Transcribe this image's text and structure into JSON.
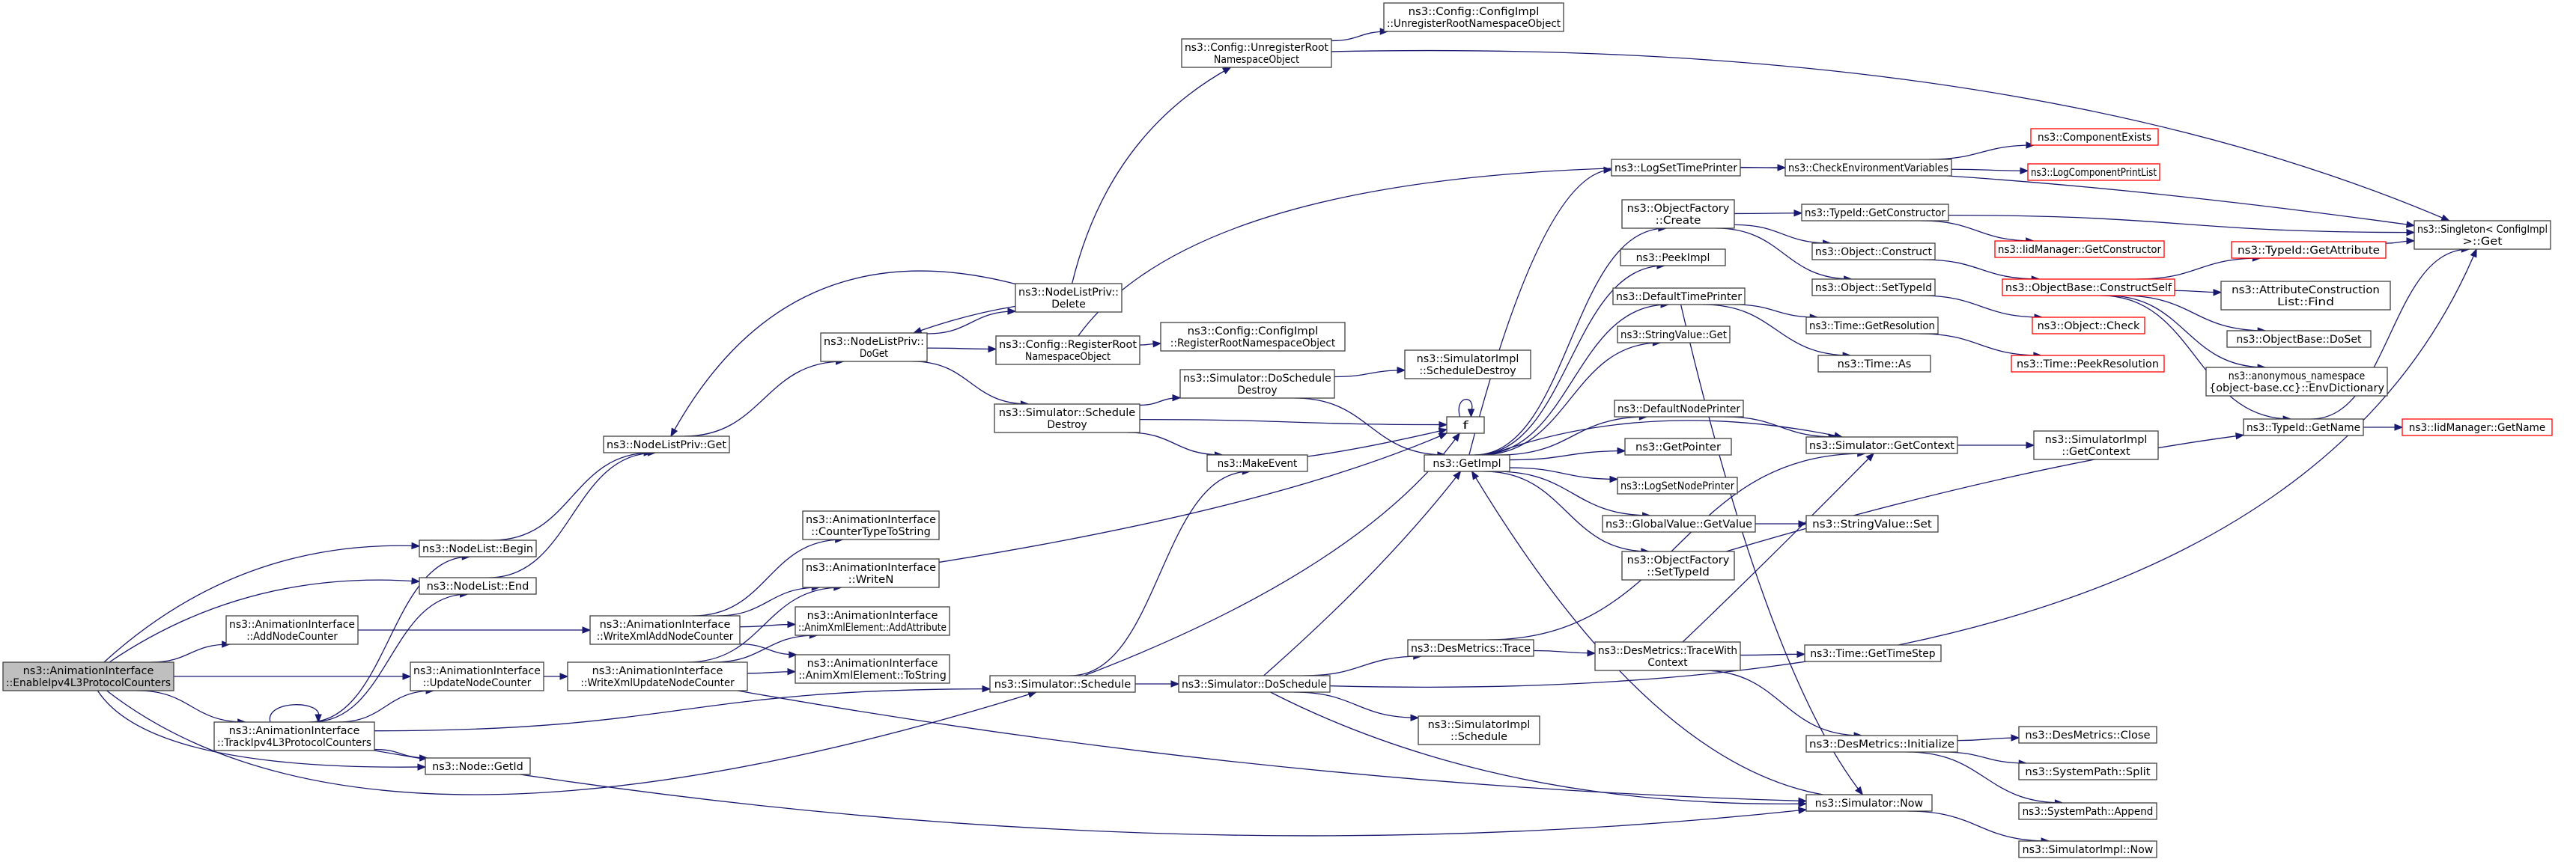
{
  "graph": {
    "title": "",
    "edge_color": "#191970",
    "nodes": [
      {
        "id": "root",
        "lines": [
          "ns3::AnimationInterface",
          "::EnableIpv4L3ProtocolCounters"
        ],
        "style": "root"
      },
      {
        "id": "addNodeCounter",
        "lines": [
          "ns3::AnimationInterface",
          "::AddNodeCounter"
        ]
      },
      {
        "id": "track",
        "lines": [
          "ns3::AnimationInterface",
          "::TrackIpv4L3ProtocolCounters"
        ]
      },
      {
        "id": "updateNodeCounter",
        "lines": [
          "ns3::AnimationInterface",
          "::UpdateNodeCounter"
        ]
      },
      {
        "id": "nodeListBegin",
        "lines": [
          "ns3::NodeList::Begin"
        ]
      },
      {
        "id": "nodeListEnd",
        "lines": [
          "ns3::NodeList::End"
        ]
      },
      {
        "id": "nodeGetId",
        "lines": [
          "ns3::Node::GetId"
        ]
      },
      {
        "id": "nlpGet",
        "lines": [
          "ns3::NodeListPriv::Get"
        ]
      },
      {
        "id": "writeXmlAdd",
        "lines": [
          "ns3::AnimationInterface",
          "::WriteXmlAddNodeCounter"
        ]
      },
      {
        "id": "writeXmlUpdate",
        "lines": [
          "ns3::AnimationInterface",
          "::WriteXmlUpdateNodeCounter"
        ]
      },
      {
        "id": "counterType",
        "lines": [
          "ns3::AnimationInterface",
          "::CounterTypeToString"
        ]
      },
      {
        "id": "writeN",
        "lines": [
          "ns3::AnimationInterface",
          "::WriteN"
        ]
      },
      {
        "id": "addAttribute",
        "lines": [
          "ns3::AnimationInterface",
          "::AnimXmlElement::AddAttribute"
        ]
      },
      {
        "id": "toString",
        "lines": [
          "ns3::AnimationInterface",
          "::AnimXmlElement::ToString"
        ]
      },
      {
        "id": "nlpDoGet",
        "lines": [
          "ns3::NodeListPriv::",
          "DoGet"
        ]
      },
      {
        "id": "nlpDelete",
        "lines": [
          "ns3::NodeListPriv::",
          "Delete"
        ]
      },
      {
        "id": "cfgRegister",
        "lines": [
          "ns3::Config::RegisterRoot",
          "NamespaceObject"
        ]
      },
      {
        "id": "cfgUnregister",
        "lines": [
          "ns3::Config::UnregisterRoot",
          "NamespaceObject"
        ]
      },
      {
        "id": "cfgImplUnregister",
        "lines": [
          "ns3::Config::ConfigImpl",
          "::UnregisterRootNamespaceObject"
        ]
      },
      {
        "id": "cfgImplRegister",
        "lines": [
          "ns3::Config::ConfigImpl",
          "::RegisterRootNamespaceObject"
        ]
      },
      {
        "id": "simSchedDestroy",
        "lines": [
          "ns3::Simulator::Schedule",
          "Destroy"
        ]
      },
      {
        "id": "simDoSchedDestroy",
        "lines": [
          "ns3::Simulator::DoSchedule",
          "Destroy"
        ]
      },
      {
        "id": "simImplSchedDestroy",
        "lines": [
          "ns3::SimulatorImpl",
          "::ScheduleDestroy"
        ]
      },
      {
        "id": "makeEvent",
        "lines": [
          "ns3::MakeEvent"
        ]
      },
      {
        "id": "simSchedule",
        "lines": [
          "ns3::Simulator::Schedule"
        ]
      },
      {
        "id": "simDoSchedule",
        "lines": [
          "ns3::Simulator::DoSchedule"
        ]
      },
      {
        "id": "f",
        "lines": [
          "f"
        ]
      },
      {
        "id": "getImpl",
        "lines": [
          "ns3::GetImpl"
        ]
      },
      {
        "id": "desTrace",
        "lines": [
          "ns3::DesMetrics::Trace"
        ]
      },
      {
        "id": "desTraceWith",
        "lines": [
          "ns3::DesMetrics::TraceWith",
          "Context"
        ]
      },
      {
        "id": "simImplSchedule",
        "lines": [
          "ns3::SimulatorImpl",
          "::Schedule"
        ]
      },
      {
        "id": "simNow",
        "lines": [
          "ns3::Simulator::Now"
        ]
      },
      {
        "id": "simImplNow",
        "lines": [
          "ns3::SimulatorImpl::Now"
        ]
      },
      {
        "id": "desInit",
        "lines": [
          "ns3::DesMetrics::Initialize"
        ]
      },
      {
        "id": "desClose",
        "lines": [
          "ns3::DesMetrics::Close"
        ]
      },
      {
        "id": "spSplit",
        "lines": [
          "ns3::SystemPath::Split"
        ]
      },
      {
        "id": "spAppend",
        "lines": [
          "ns3::SystemPath::Append"
        ]
      },
      {
        "id": "timeGetTimeStep",
        "lines": [
          "ns3::Time::GetTimeStep"
        ]
      },
      {
        "id": "logSetTimePrinter",
        "lines": [
          "ns3::LogSetTimePrinter"
        ]
      },
      {
        "id": "checkEnv",
        "lines": [
          "ns3::CheckEnvironmentVariables"
        ]
      },
      {
        "id": "compExists",
        "lines": [
          "ns3::ComponentExists"
        ],
        "style": "red"
      },
      {
        "id": "logCompPrint",
        "lines": [
          "ns3::LogComponentPrintList"
        ],
        "style": "red"
      },
      {
        "id": "objFactoryCreate",
        "lines": [
          "ns3::ObjectFactory",
          "::Create"
        ]
      },
      {
        "id": "typeIdGetCtor",
        "lines": [
          "ns3::TypeId::GetConstructor"
        ]
      },
      {
        "id": "iidGetCtor",
        "lines": [
          "ns3::IidManager::GetConstructor"
        ],
        "style": "red"
      },
      {
        "id": "objConstruct",
        "lines": [
          "ns3::Object::Construct"
        ]
      },
      {
        "id": "objSetTypeId",
        "lines": [
          "ns3::Object::SetTypeId"
        ]
      },
      {
        "id": "objBaseConstructSelf",
        "lines": [
          "ns3::ObjectBase::ConstructSelf"
        ],
        "style": "red"
      },
      {
        "id": "objCheck",
        "lines": [
          "ns3::Object::Check"
        ],
        "style": "red"
      },
      {
        "id": "peekImpl",
        "lines": [
          "ns3::PeekImpl"
        ]
      },
      {
        "id": "defaultTimePrinter",
        "lines": [
          "ns3::DefaultTimePrinter"
        ]
      },
      {
        "id": "timeGetRes",
        "lines": [
          "ns3::Time::GetResolution"
        ]
      },
      {
        "id": "timePeekRes",
        "lines": [
          "ns3::Time::PeekResolution"
        ],
        "style": "red"
      },
      {
        "id": "timeAs",
        "lines": [
          "ns3::Time::As"
        ]
      },
      {
        "id": "stringValueGet",
        "lines": [
          "ns3::StringValue::Get"
        ]
      },
      {
        "id": "defaultNodePrinter",
        "lines": [
          "ns3::DefaultNodePrinter"
        ]
      },
      {
        "id": "simGetContext",
        "lines": [
          "ns3::Simulator::GetContext"
        ]
      },
      {
        "id": "simImplGetContext",
        "lines": [
          "ns3::SimulatorImpl",
          "::GetContext"
        ]
      },
      {
        "id": "getPointer",
        "lines": [
          "ns3::GetPointer"
        ]
      },
      {
        "id": "logSetNodePrinter",
        "lines": [
          "ns3::LogSetNodePrinter"
        ]
      },
      {
        "id": "globalValueGet",
        "lines": [
          "ns3::GlobalValue::GetValue"
        ]
      },
      {
        "id": "stringValueSet",
        "lines": [
          "ns3::StringValue::Set"
        ]
      },
      {
        "id": "objFactorySetTypeId",
        "lines": [
          "ns3::ObjectFactory",
          "::SetTypeId"
        ]
      },
      {
        "id": "typeIdGetAttr",
        "lines": [
          "ns3::TypeId::GetAttribute"
        ],
        "style": "red"
      },
      {
        "id": "attrConsFind",
        "lines": [
          "ns3::AttributeConstruction",
          "List::Find"
        ]
      },
      {
        "id": "objBaseDoSet",
        "lines": [
          "ns3::ObjectBase::DoSet"
        ]
      },
      {
        "id": "envDictionary",
        "lines": [
          "ns3::anonymous_namespace",
          "{object-base.cc}::EnvDictionary"
        ]
      },
      {
        "id": "typeIdGetName",
        "lines": [
          "ns3::TypeId::GetName"
        ]
      },
      {
        "id": "iidGetName",
        "lines": [
          "ns3::IidManager::GetName"
        ],
        "style": "red"
      },
      {
        "id": "singletonGet",
        "lines": [
          "ns3::Singleton< ConfigImpl",
          " >::Get"
        ]
      }
    ]
  }
}
